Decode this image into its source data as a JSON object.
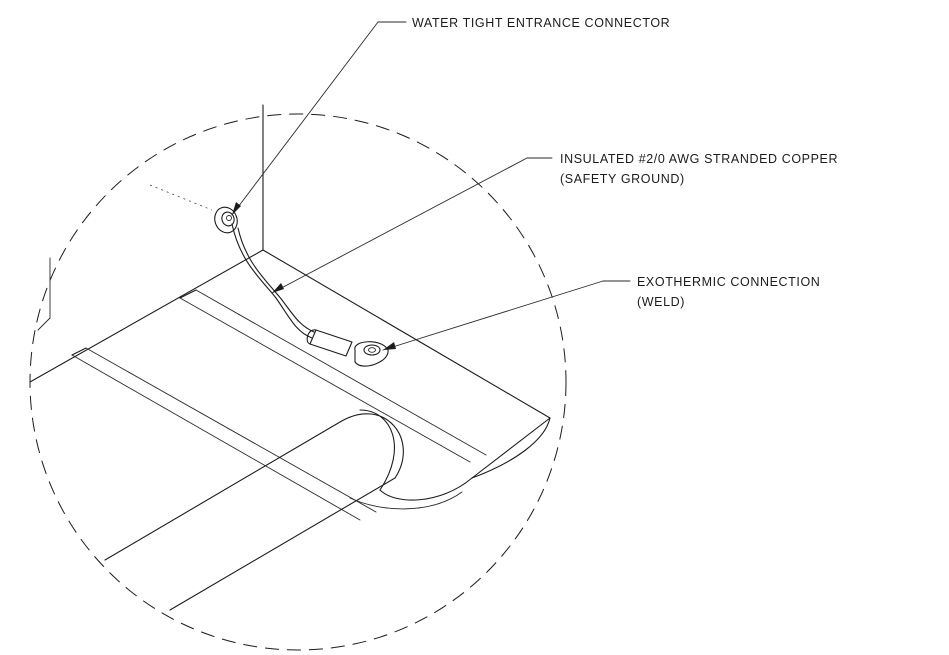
{
  "callouts": {
    "connector": {
      "line1": "WATER TIGHT ENTRANCE CONNECTOR"
    },
    "conductor": {
      "line1": "INSULATED #2/0 AWG STRANDED COPPER",
      "line2": "(SAFETY GROUND)"
    },
    "weld": {
      "line1": "EXOTHERMIC CONNECTION",
      "line2": "(WELD)"
    }
  }
}
